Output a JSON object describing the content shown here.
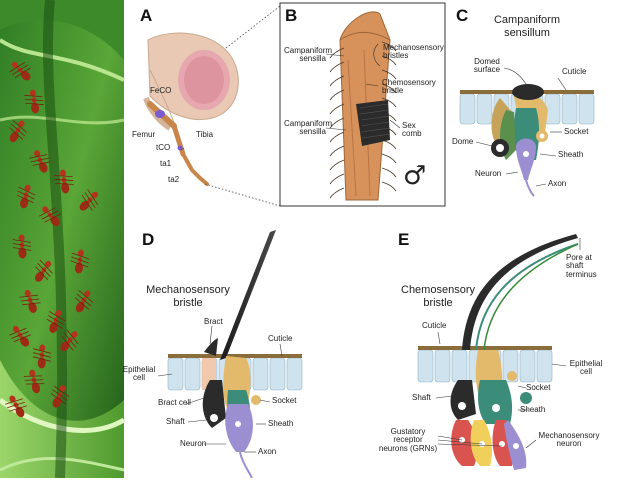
{
  "panels": {
    "A": {
      "letter": "A",
      "labels": {
        "feco": "FeCO",
        "femur": "Femur",
        "tibia": "Tibia",
        "tco": "tCO",
        "ta1": "ta1",
        "ta2": "ta2"
      }
    },
    "B": {
      "letter": "B",
      "labels": {
        "campaniform_top": "Campaniform\nsensilla",
        "mechanosensory": "Mechanosensory\nbristles",
        "chemosensory": "Chemosensory\nbristle",
        "campaniform_bottom": "Campaniform\nsensilla",
        "sex_comb": "Sex\ncomb",
        "male_symbol": "♂"
      }
    },
    "C": {
      "letter": "C",
      "title": "Campaniform\nsensillum",
      "labels": {
        "domed": "Domed\nsurface",
        "cuticle": "Cuticle",
        "socket": "Socket",
        "dome": "Dome",
        "sheath": "Sheath",
        "neuron": "Neuron",
        "axon": "Axon"
      }
    },
    "D": {
      "letter": "D",
      "title": "Mechanosensory\nbristle",
      "labels": {
        "bract": "Bract",
        "cuticle": "Cuticle",
        "epithelial": "Epithelial\ncell",
        "socket": "Socket",
        "bract_cell": "Bract cell",
        "shaft": "Shaft",
        "sheath": "Sheath",
        "neuron": "Neuron",
        "axon": "Axon"
      }
    },
    "E": {
      "letter": "E",
      "title": "Chemosensory\nbristle",
      "labels": {
        "pore": "Pore at\nshaft\nterminus",
        "cuticle": "Cuticle",
        "epithelial": "Epithelial\ncell",
        "socket": "Socket",
        "shaft": "Shaft",
        "sheath": "Sheath",
        "grn": "Gustatory\nreceptor\nneurons (GRNs)",
        "mechano_neuron": "Mechanosensory\nneuron"
      }
    }
  },
  "colors": {
    "leaf_dark": "#1f6b1c",
    "leaf_light": "#7fc24a",
    "ant": "#b2341c",
    "cuticle": "#8a6d3b",
    "epithelial": "#cfe3ee",
    "socket": "#e3b96b",
    "shaft": "#2b2b2b",
    "sheath": "#3c8c7a",
    "neuron": "#9b8fd1",
    "leg": "#c8864a",
    "bract_cell": "#f4c7a6",
    "grn_red": "#d9534f",
    "grn_yellow": "#f0d05a"
  }
}
